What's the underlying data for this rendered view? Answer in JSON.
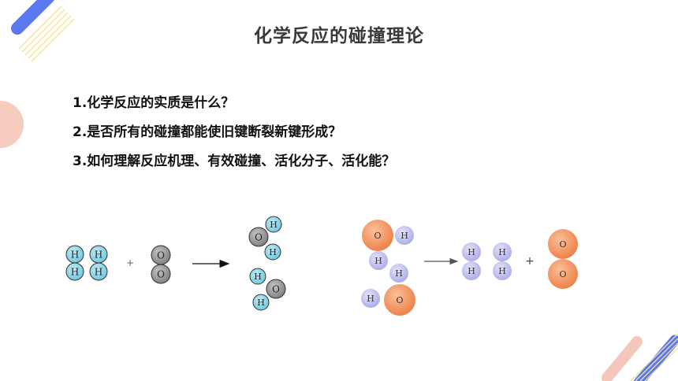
{
  "title": "化学反应的碰撞理论",
  "questions": [
    "1.化学反应的实质是什么？",
    "2.是否所有的碰撞都能使旧键断裂新键形成？",
    "3.如何理解反应机理、有效碰撞、活化分子、活化能？"
  ],
  "figures": {
    "atom_symbols": {
      "hydrogen": "H",
      "oxygen": "O"
    },
    "plus_sign": "+",
    "colors": {
      "hydrogen_left": "#7fd0e4",
      "oxygen_left": "#8c8c8c",
      "hydrogen_right": "#b4b4ec",
      "oxygen_right": "#f2894e",
      "accent_blue": "#5a78f0",
      "accent_yellow": "#f5e28a",
      "accent_peach": "#f2bfae"
    }
  }
}
